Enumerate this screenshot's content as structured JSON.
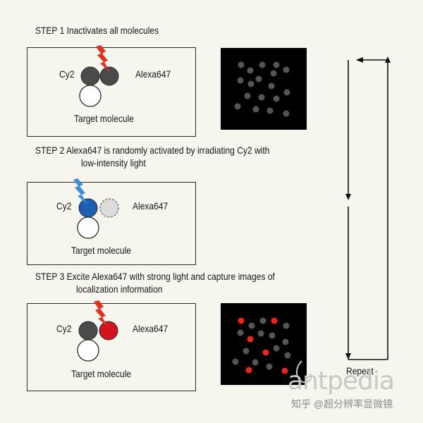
{
  "steps": [
    {
      "text": "STEP 1 Inactivates all molecules"
    },
    {
      "text_line1": "STEP 2  Alexa647 is randomly activated by irradiating Cy2 with",
      "text_line2": "low-intensity light"
    },
    {
      "text_line1": "STEP 3 Excite Alexa647 with strong light and capture images of",
      "text_line2": "localization information"
    }
  ],
  "panels": [
    {
      "cy2": "Cy2",
      "alexa": "Alexa647",
      "target": "Target molecule"
    },
    {
      "cy2": "Cy2",
      "alexa": "Alexa647",
      "target": "Target molecule"
    },
    {
      "cy2": "Cy2",
      "alexa": "Alexa647",
      "target": "Target molecule"
    }
  ],
  "repeat": "Repeat",
  "watermark": {
    "logo": "antpedia",
    "text": "知乎 @超分辨率显微镜"
  },
  "colors": {
    "background": "#f6f6ef",
    "inactive_dye": "#4a4a4a",
    "active_cy2": "#1a5fb4",
    "active_alexa": "#d0161c",
    "spark_red": "#e0301e",
    "spark_blue": "#3d8fd6",
    "spot_gray": "#555555",
    "spot_red": "#e8261c"
  }
}
